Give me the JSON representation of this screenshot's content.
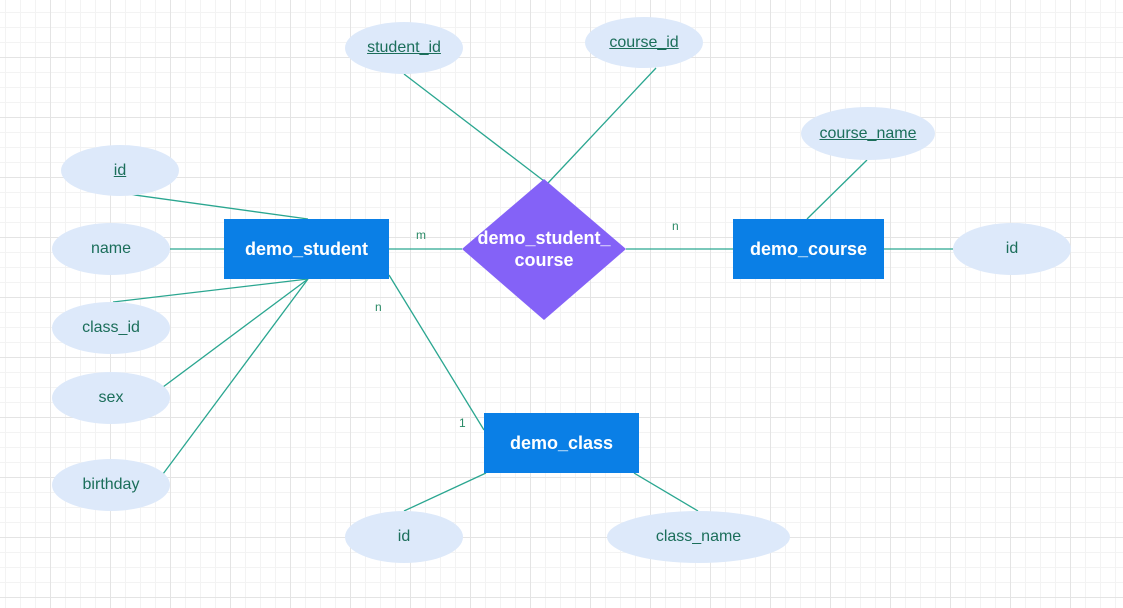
{
  "diagram": {
    "entities": {
      "student": "demo_student",
      "course": "demo_course",
      "class": "demo_class"
    },
    "relationship": {
      "line1": "demo_student_",
      "line2": "course"
    },
    "relationship_attributes": {
      "student_id": "student_id",
      "course_id": "course_id"
    },
    "student_attributes": {
      "id": "id",
      "name": "name",
      "class_id": "class_id",
      "sex": "sex",
      "birthday": "birthday"
    },
    "course_attributes": {
      "course_name": "course_name",
      "id": "id"
    },
    "class_attributes": {
      "id": "id",
      "class_name": "class_name"
    },
    "cardinalities": {
      "student_to_rel": "m",
      "rel_to_course": "n",
      "student_to_class": "n",
      "class_from_student": "1"
    },
    "colors": {
      "entity": "#0a7fe6",
      "relationship": "#8462f7",
      "attribute": "#dde9fa",
      "connector": "#2aa690",
      "text": "#1b6e5a"
    }
  }
}
